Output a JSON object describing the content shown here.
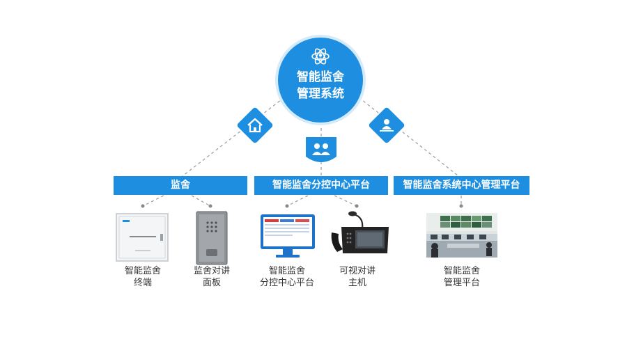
{
  "hub": {
    "title_line1": "智能监舍",
    "title_line2": "管理系统",
    "icon": "atom-user-icon"
  },
  "categories": [
    {
      "label": "监舍",
      "icon": "home-icon"
    },
    {
      "label": "智能监舍分控中心平台",
      "icon": "group-icon"
    },
    {
      "label": "智能监舍系统中心管理平台",
      "icon": "manager-icon"
    }
  ],
  "devices": [
    {
      "line1": "智能监舍",
      "line2": "终端",
      "icon": "control-cabinet-icon"
    },
    {
      "line1": "监舍对讲",
      "line2": "面板",
      "icon": "intercom-panel-icon"
    },
    {
      "line1": "智能监舍",
      "line2": "分控中心平台",
      "icon": "monitor-icon"
    },
    {
      "line1": "可视对讲",
      "line2": "主机",
      "icon": "desk-phone-icon"
    },
    {
      "line1": "智能监舍",
      "line2": "管理平台",
      "icon": "control-room-icon"
    }
  ],
  "colors": {
    "primary": "#1e8fe0",
    "text": "#333333",
    "connector": "#999999"
  }
}
